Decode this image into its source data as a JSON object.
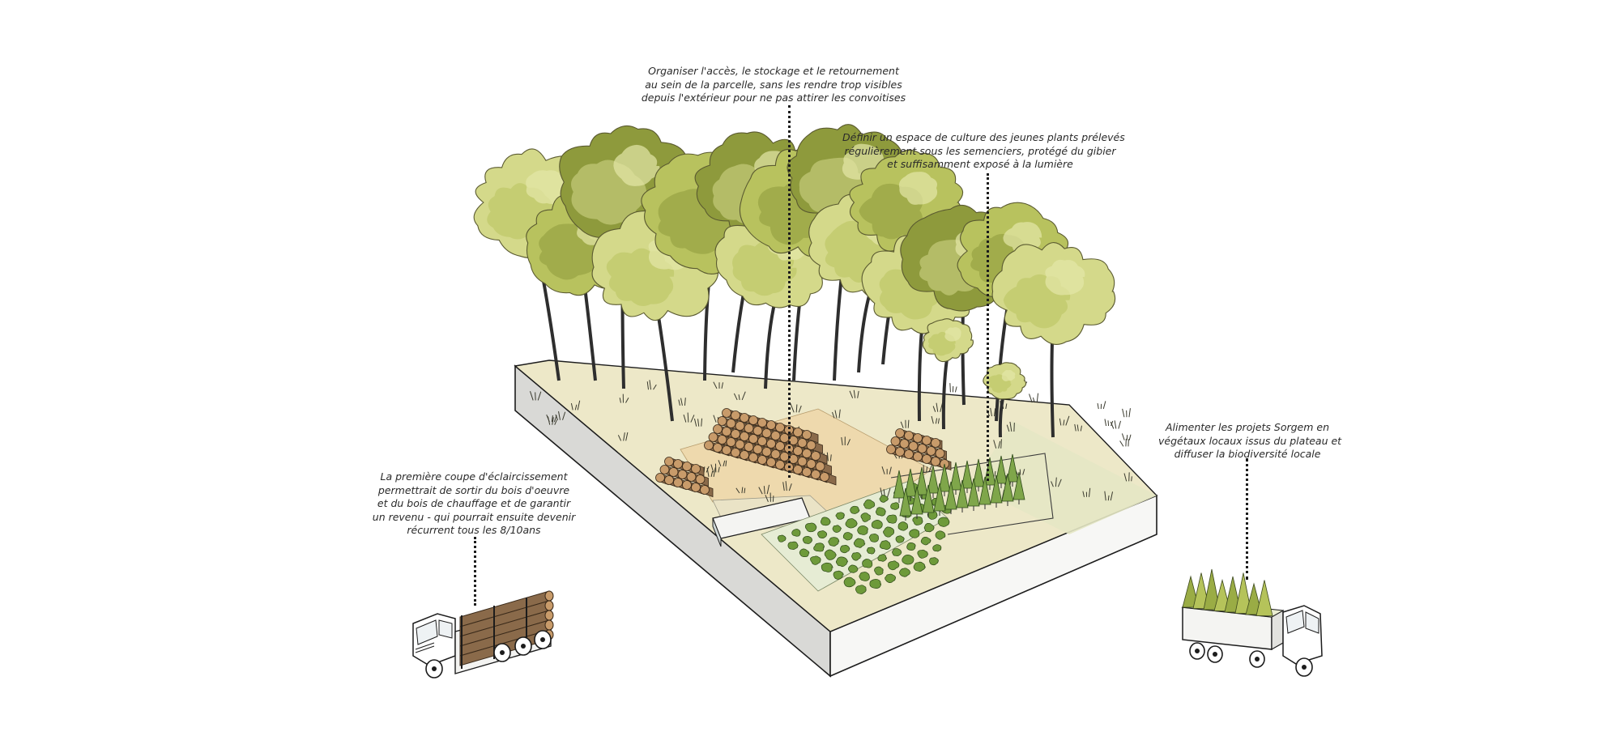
{
  "annotations": {
    "storage": {
      "lines": [
        "Organiser l'accès, le stockage et le retournement",
        "au sein de la parcelle, sans les rendre trop visibles",
        "depuis l'extérieur pour ne pas attirer les convoitises"
      ]
    },
    "nursery": {
      "lines": [
        "Définir un espace de culture des jeunes plants prélevés",
        "régulièrement sous les semenciers, protégé du gibier",
        "et suffisamment exposé à la lumière"
      ]
    },
    "thinning": {
      "lines": [
        "La première coupe d'éclaircissement",
        "permettrait de sortir du bois d'oeuvre",
        "et du bois de chauffage et de garantir",
        "un revenu - qui pourrait ensuite devenir",
        "récurrent tous les 8/10ans"
      ]
    },
    "sorgem": {
      "lines": [
        "Alimenter les projets Sorgem en",
        "végétaux locaux issus du plateau et",
        "diffuser la biodiversité locale"
      ]
    }
  },
  "colors": {
    "foliage_light": "#d4d98a",
    "foliage_mid": "#b8c25e",
    "foliage_dark": "#8e9a3c",
    "trunk": "#2e2e2e",
    "ground": "#ede8c8",
    "clearing": "#efd9ac",
    "log": "#8a6a4a",
    "slab_side": "#d7d7d4",
    "nursery_plant": "#6e9a3a",
    "ink": "#1c1c1c"
  }
}
